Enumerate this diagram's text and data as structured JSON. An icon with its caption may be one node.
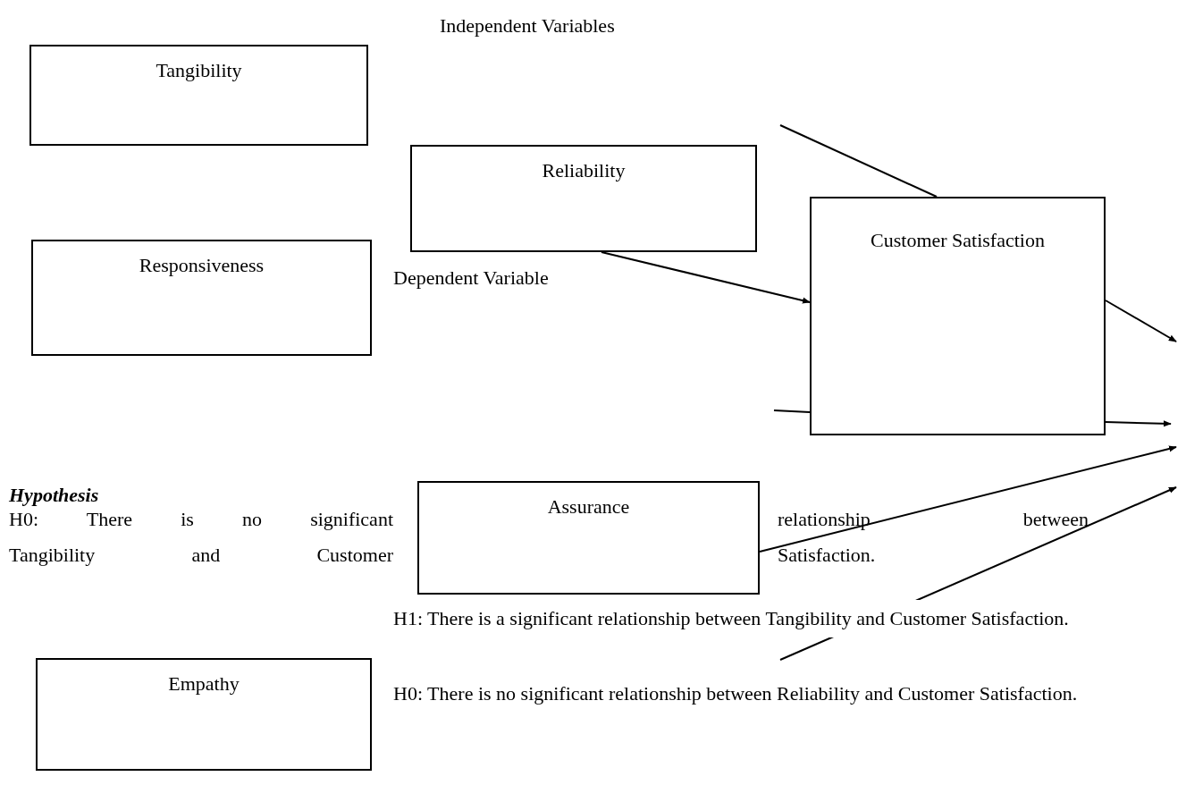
{
  "diagram": {
    "nodes": [
      {
        "text": [
          "Tangibility"
        ]
      },
      {
        "text": [
          "Reliability"
        ]
      },
      {
        "text": [
          "Customer Satisfaction"
        ]
      },
      {
        "text": [
          "Responsiveness"
        ]
      },
      {
        "text": [
          "Assurance"
        ]
      },
      {
        "text": [
          "Empathy"
        ]
      }
    ],
    "edges": [
      {
        "from": null,
        "to": 2,
        "arrow": "none"
      },
      {
        "from": 1,
        "to": 2,
        "arrow": "to"
      },
      {
        "from": 2,
        "to": null,
        "arrow": "to"
      },
      {
        "from": null,
        "to": 2,
        "arrow": "none"
      },
      {
        "from": 2,
        "to": null,
        "arrow": "to"
      },
      {
        "from": 4,
        "to": null,
        "arrow": "to"
      }
    ],
    "labels": [
      "Independent Variables",
      "Dependent Variable",
      "Hypothesis",
      "H0: There is no significant relationship between Tangibility and Customer Satisfaction.",
      "H1: There is a significant relationship between Tangibility and Customer Satisfaction.",
      "H0: There is no significant relationship between Reliability and Customer Satisfaction."
    ]
  }
}
